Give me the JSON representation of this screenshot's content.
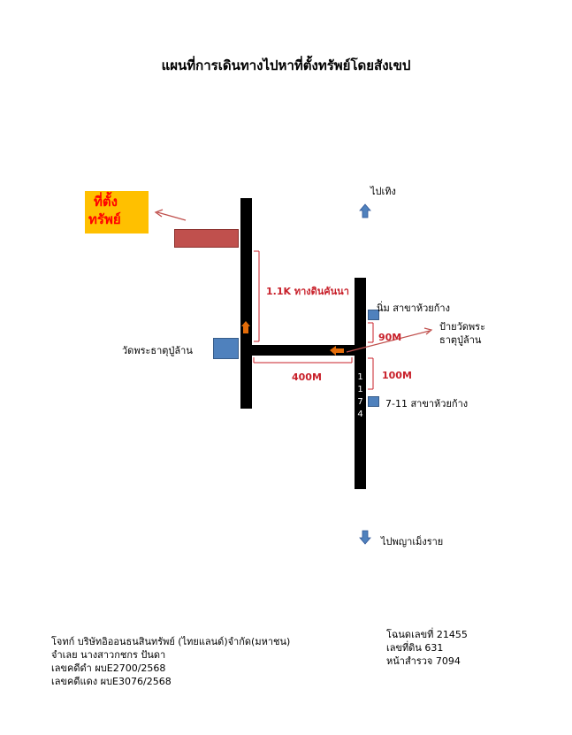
{
  "title": "แผนที่การเดินทางไปหาที่ตั้งทรัพย์โดยสังเขป",
  "property_label": {
    "line1": "ที่ตั้ง",
    "line2": "ทรัพย์"
  },
  "directions": {
    "north": "ไปเทิง",
    "south": "ไปพญาเม็งราย"
  },
  "distances": {
    "dirt_road": "1.1K ทางดินคันนา",
    "junction": "400M",
    "to_sign": "90M",
    "to_711": "100M"
  },
  "landmarks": {
    "temple": "วัดพระธาตุปู่ล้าน",
    "nim": "นิ่ม สาขาห้วยก้าง",
    "temple_sign": "ป้ายวัดพระธาตุปู่ล้าน",
    "seven_eleven": "7-11 สาขาห้วยก้าง"
  },
  "highway_number": [
    "1",
    "1",
    "7",
    "4"
  ],
  "case_info": {
    "plaintiff": "โจทก์ บริษัทอิออนธนสินทรัพย์ (ไทยแลนด์)จำกัด(มหาชน)",
    "defendant": "จำเลย นางสาวกชกร ปันดา",
    "black_case": "เลขคดีดำ ผบE2700/2568",
    "red_case": "เลขคดีแดง ผบE3076/2568"
  },
  "deed_info": {
    "deed_no": "โฉนดเลขที่ 21455",
    "land_no": "เลขที่ดิน 631",
    "survey_page": "หน้าสำรวจ  7094"
  },
  "colors": {
    "property_box": "#ffc000",
    "property_text": "#ff0000",
    "red_block": "#c0504d",
    "blue_marker": "#4f81bd",
    "orange_arrow": "#e36c09",
    "dimension_red": "#c8202a"
  }
}
